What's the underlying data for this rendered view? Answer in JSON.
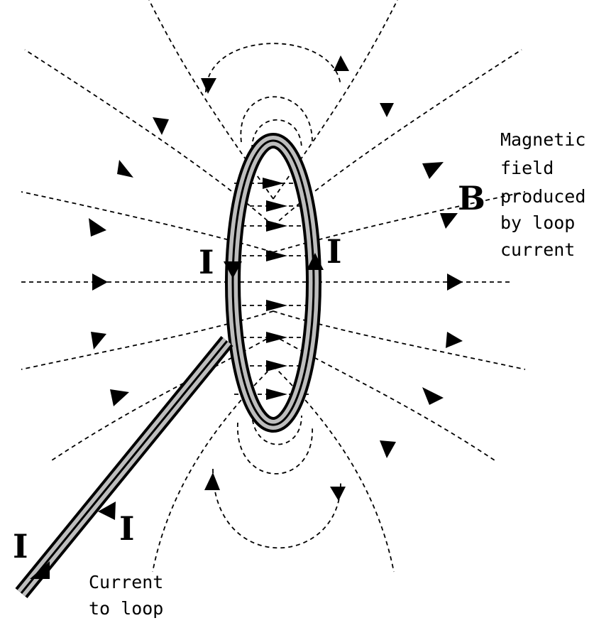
{
  "labels": {
    "current_symbol": "I",
    "field_symbol": "B",
    "field_note": [
      "Magnetic",
      "field",
      "produced",
      "by loop",
      "current"
    ],
    "current_note": [
      "Current",
      "to loop"
    ]
  },
  "colors": {
    "line": "#000000",
    "wire_fill": "#bdbdbd",
    "background": "#ffffff"
  }
}
